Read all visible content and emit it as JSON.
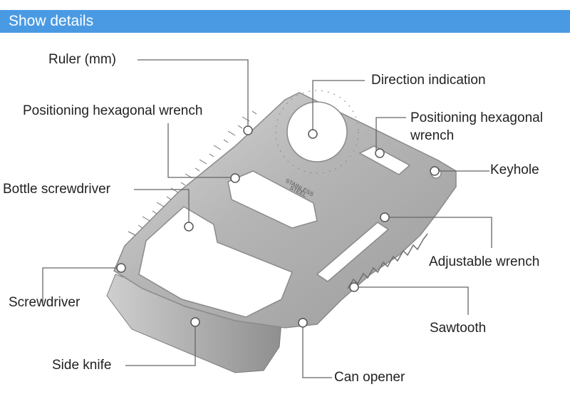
{
  "header": {
    "title": "Show details"
  },
  "colors": {
    "banner": "#4a9ae3",
    "leader": "#666666",
    "steel": "#b9b9b9"
  },
  "labels": {
    "ruler": "Ruler (mm)",
    "direction": "Direction indication",
    "hex_wrench_left": "Positioning hexagonal wrench",
    "hex_wrench_right_line1": "Positioning hexagonal",
    "hex_wrench_right_line2": "wrench",
    "keyhole": "Keyhole",
    "bottle_screwdriver": "Bottle screwdriver",
    "adjustable_wrench": "Adjustable wrench",
    "screwdriver": "Screwdriver",
    "sawtooth": "Sawtooth",
    "side_knife": "Side knife",
    "can_opener": "Can opener"
  },
  "card": {
    "engraving_line1": "STAINLESS",
    "engraving_line2": "STEEL"
  }
}
